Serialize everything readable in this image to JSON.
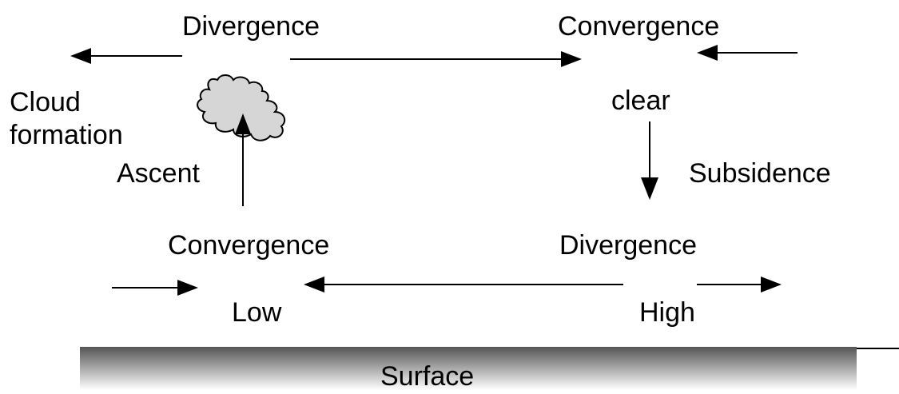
{
  "labels": {
    "divergence_upper": "Divergence",
    "convergence_upper": "Convergence",
    "cloud_formation_line1": "Cloud",
    "cloud_formation_line2": "formation",
    "ascent": "Ascent",
    "clear": "clear",
    "subsidence": "Subsidence",
    "convergence_lower": "Convergence",
    "divergence_lower": "Divergence",
    "low": "Low",
    "high": "High",
    "surface": "Surface"
  },
  "icons": {
    "cloud": "cloud-icon"
  },
  "colors": {
    "ink": "#000000",
    "cloud_fill": "#d6d6d6",
    "surface_dark": "#5a5a5a",
    "surface_light": "#ffffff"
  }
}
